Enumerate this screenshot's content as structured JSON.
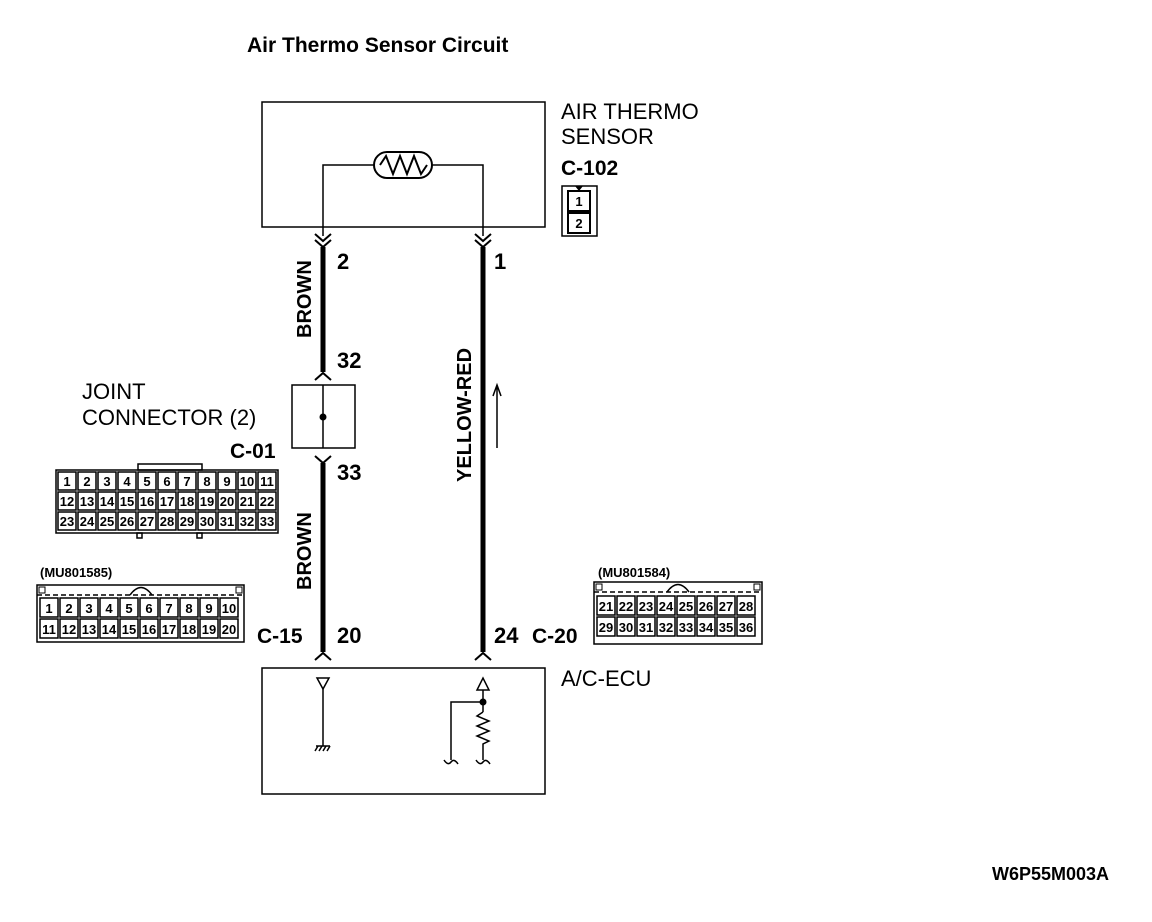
{
  "title": "Air Thermo Sensor Circuit",
  "sensor": {
    "name_line1": "AIR THERMO",
    "name_line2": "SENSOR",
    "connector": "C-102",
    "pins": [
      "1",
      "2"
    ]
  },
  "joint": {
    "name_line1": "JOINT",
    "name_line2": "CONNECTOR (2)",
    "connector": "C-01",
    "pin_top": "32",
    "pin_bottom": "33",
    "rows": [
      [
        "1",
        "2",
        "3",
        "4",
        "5",
        "6",
        "7",
        "8",
        "9",
        "10",
        "11"
      ],
      [
        "12",
        "13",
        "14",
        "15",
        "16",
        "17",
        "18",
        "19",
        "20",
        "21",
        "22"
      ],
      [
        "23",
        "24",
        "25",
        "26",
        "27",
        "28",
        "29",
        "30",
        "31",
        "32",
        "33"
      ]
    ]
  },
  "wires": {
    "left": {
      "color_upper": "BROWN",
      "color_lower": "BROWN",
      "sensor_pin": "2",
      "ecu_pin": "20"
    },
    "right": {
      "color": "YELLOW-RED",
      "sensor_pin": "1",
      "ecu_pin": "24"
    }
  },
  "ecu": {
    "name": "A/C-ECU"
  },
  "c15": {
    "label": "C-15",
    "part": "(MU801585)",
    "rows": [
      [
        "1",
        "2",
        "3",
        "4",
        "5",
        "6",
        "7",
        "8",
        "9",
        "10"
      ],
      [
        "11",
        "12",
        "13",
        "14",
        "15",
        "16",
        "17",
        "18",
        "19",
        "20"
      ]
    ]
  },
  "c20": {
    "label": "C-20",
    "part": "(MU801584)",
    "rows": [
      [
        "21",
        "22",
        "23",
        "24",
        "25",
        "26",
        "27",
        "28"
      ],
      [
        "29",
        "30",
        "31",
        "32",
        "33",
        "34",
        "35",
        "36"
      ]
    ]
  },
  "figure_code": "W6P55M003A"
}
